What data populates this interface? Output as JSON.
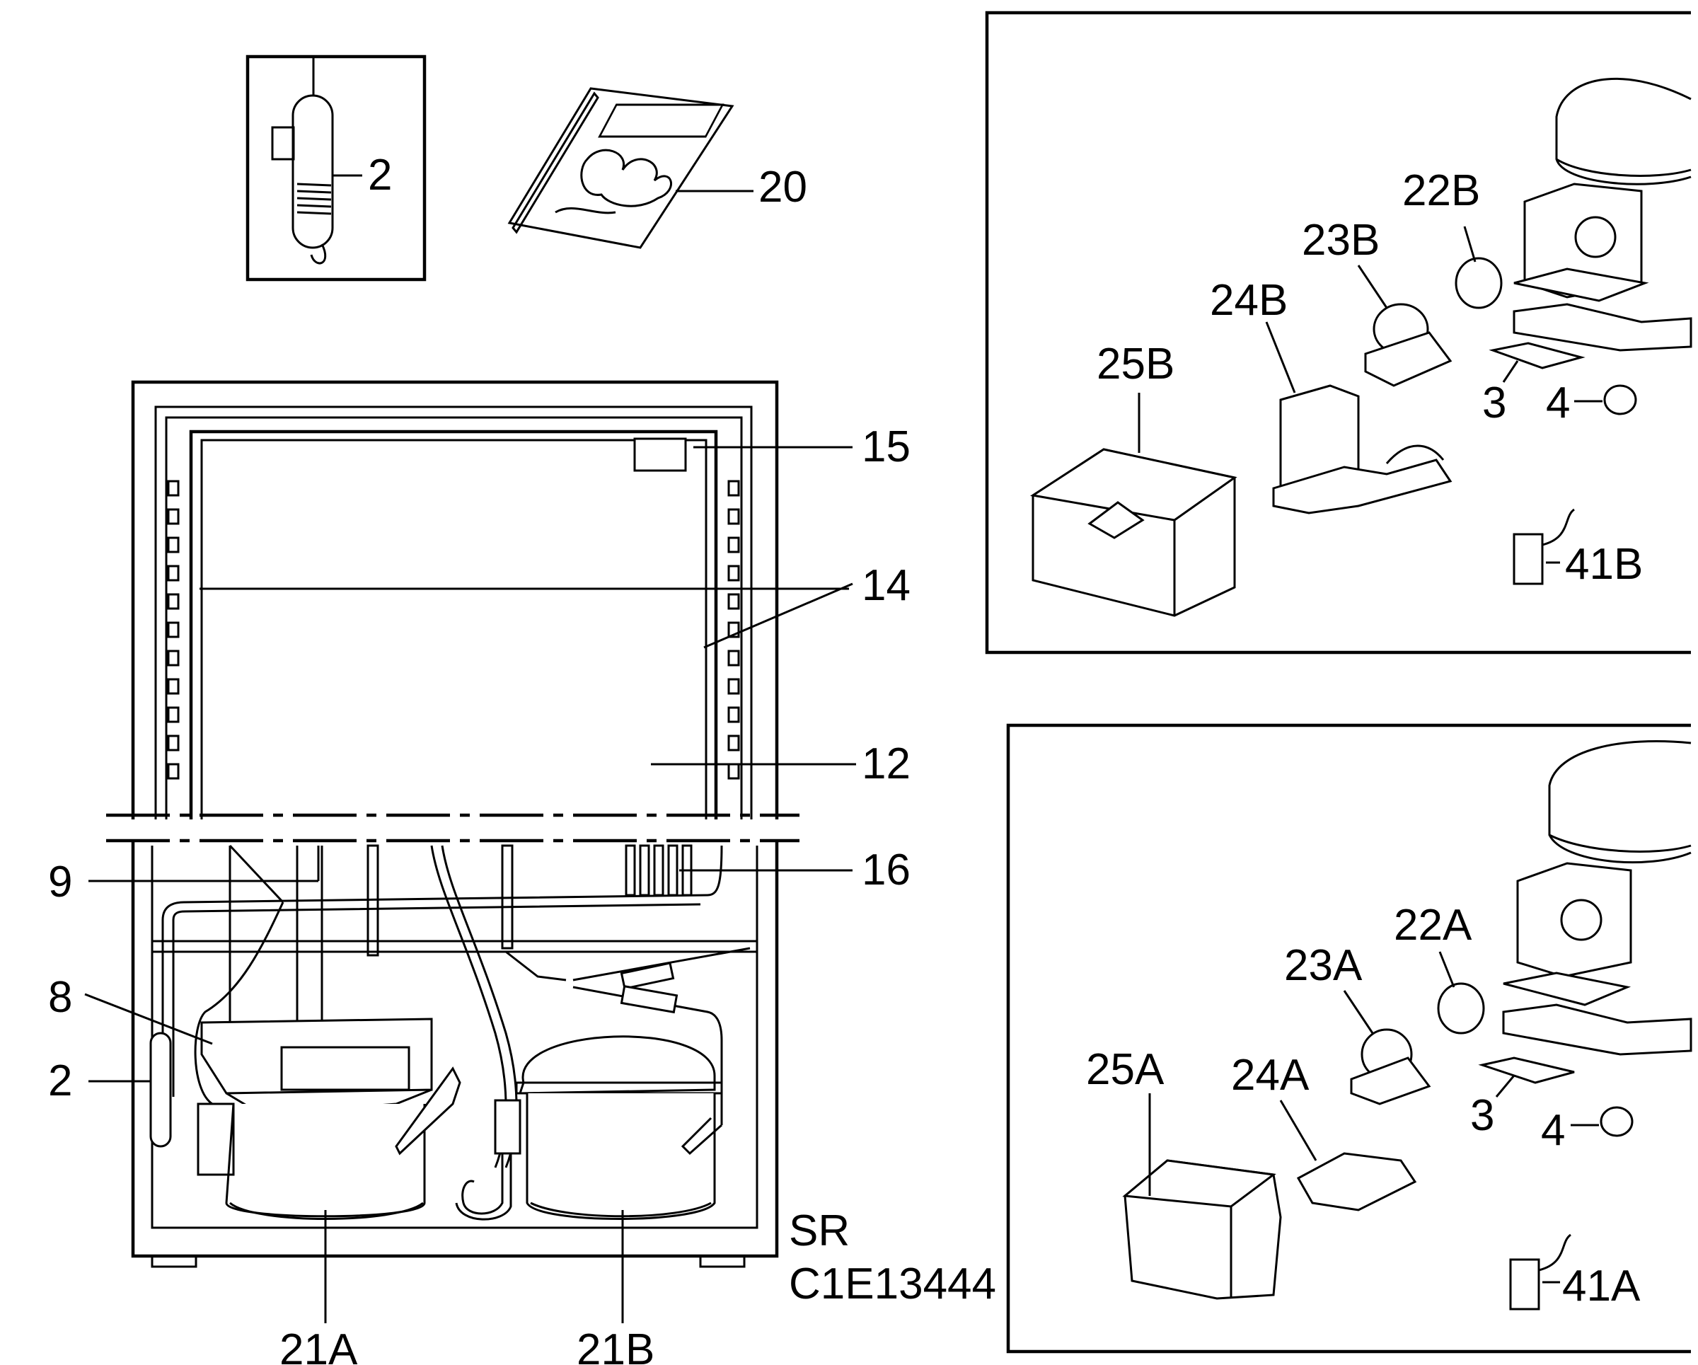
{
  "labels": {
    "l2_top": "2",
    "l20": "20",
    "l15": "15",
    "l14": "14",
    "l12": "12",
    "l9": "9",
    "l16": "16",
    "l8": "8",
    "l2_side": "2",
    "l21A": "21A",
    "l21B": "21B",
    "sr": "SR",
    "code": "C1E13444",
    "l22B": "22B",
    "l23B": "23B",
    "l24B": "24B",
    "l25B": "25B",
    "l3_top": "3",
    "l4_top": "4",
    "l41B": "41B",
    "l22A": "22A",
    "l23A": "23A",
    "l24A": "24A",
    "l25A": "25A",
    "l3_bot": "3",
    "l4_bot": "4",
    "l41A": "41A"
  }
}
